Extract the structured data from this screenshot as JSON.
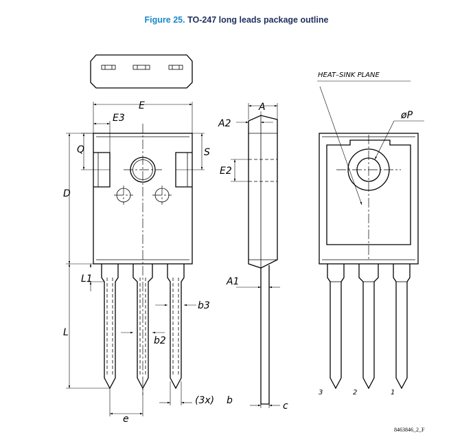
{
  "caption": {
    "figure_number": "Figure 25.",
    "title": "TO-247 long leads package outline"
  },
  "labels": {
    "E": "E",
    "E3": "E3",
    "Q": "Q",
    "S": "S",
    "D": "D",
    "L1": "L1",
    "L": "L",
    "b3": "b3",
    "b2": "b2",
    "e": "e",
    "b_count": "(3x)",
    "b": "b",
    "A": "A",
    "A2": "A2",
    "E2": "E2",
    "A1": "A1",
    "c": "c",
    "heat_sink": "HEAT–SINK PLANE",
    "phiP": "øP",
    "pin1": "1",
    "pin2": "2",
    "pin3": "3"
  },
  "drawing_ref": "8463846_2_F"
}
